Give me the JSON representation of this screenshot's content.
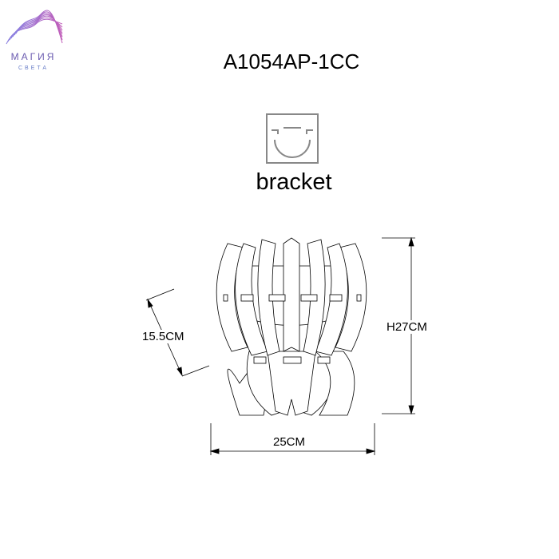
{
  "logo": {
    "name": "МАГИЯ",
    "sub": "СВЕТА"
  },
  "title": "A1054AP-1CC",
  "mount_type": "bracket",
  "dimensions": {
    "height": "H27CM",
    "width": "25CM",
    "depth": "15.5CM"
  }
}
